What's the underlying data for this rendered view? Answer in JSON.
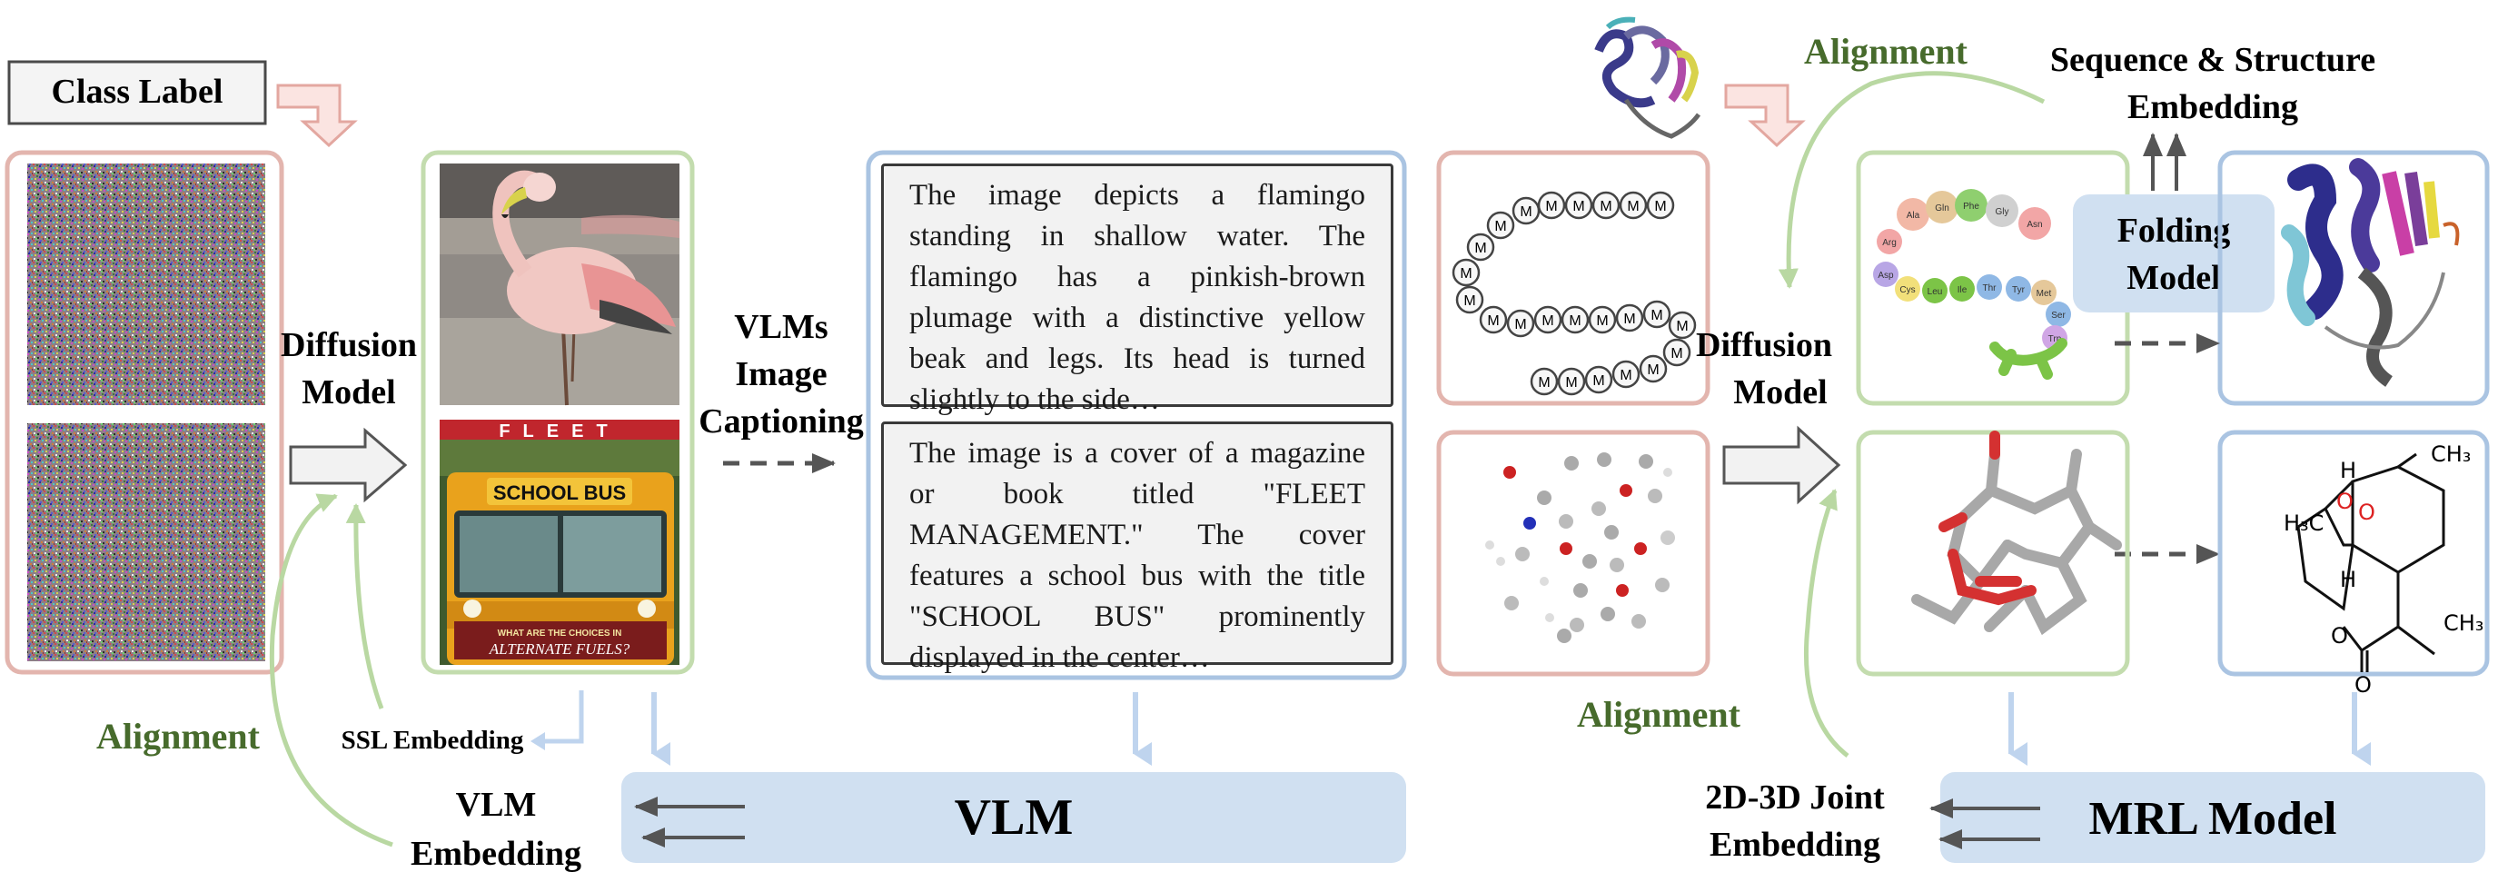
{
  "labels": {
    "class_label": "Class Label",
    "diffusion_left_1": "Diffusion",
    "diffusion_left_2": "Model",
    "vlms_1": "VLMs",
    "vlms_2": "Image",
    "vlms_3": "Captioning",
    "alignment_left": "Alignment",
    "ssl_embedding": "SSL Embedding",
    "vlm_embedding_1": "VLM",
    "vlm_embedding_2": "Embedding",
    "vlm_bar": "VLM",
    "alignment_top": "Alignment",
    "seq_struct_1": "Sequence & Structure",
    "seq_struct_2": "Embedding",
    "folding_1": "Folding",
    "folding_2": "Model",
    "diffusion_right_1": "Diffusion",
    "diffusion_right_2": "Model",
    "alignment_right": "Alignment",
    "joint_1": "2D-3D Joint",
    "joint_2": "Embedding",
    "mrl_bar": "MRL Model",
    "school_bus_sign": "SCHOOL BUS",
    "magazine_header": "FLEET",
    "magazine_footer_1": "WHAT ARE THE CHOICES IN",
    "magazine_footer_2": "ALTERNATE FUELS?"
  },
  "captions": {
    "flamingo": "The image depicts a flamingo standing in shallow water. The flamingo has a pinkish-brown plumage with a distinctive yellow beak and legs. Its head is turned slightly to the side…",
    "bus": "The image is a cover of a magazine or book titled \"FLEET MANAGEMENT.\" The cover features a school bus with the title \"SCHOOL BUS\" prominently displayed in the center…"
  },
  "sequence": {
    "monomer_label": "M",
    "residues": [
      "Ala",
      "Gln",
      "Phe",
      "Gly",
      "Asn",
      "Arg",
      "Asp",
      "Cys",
      "Leu",
      "Ile",
      "Thr",
      "Tyr",
      "Met",
      "Ser",
      "Trp"
    ]
  },
  "molecule": {
    "h_label": "H",
    "h3c": "H₃C",
    "ch3": "CH₃",
    "o": "O"
  },
  "colors": {
    "red_frame": "#e3b5ae",
    "green_frame": "#c3dcae",
    "blue_frame": "#aac4e2",
    "bar_fill": "#d0e0f1",
    "alignment_green": "#476b2c"
  }
}
